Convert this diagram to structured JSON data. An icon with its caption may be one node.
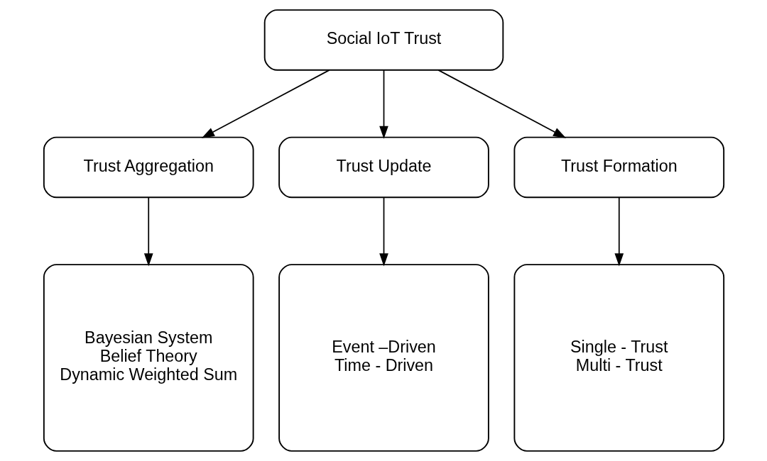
{
  "diagram": {
    "nodes": [
      {
        "text": [
          "Social IoT Trust"
        ]
      },
      {
        "text": [
          "Trust Aggregation"
        ]
      },
      {
        "text": [
          "Trust Update"
        ]
      },
      {
        "text": [
          "Trust Formation"
        ]
      },
      {
        "text": [
          "Bayesian System",
          "Belief Theory",
          "Dynamic Weighted Sum"
        ]
      },
      {
        "text": [
          "Event –Driven",
          "Time - Driven"
        ]
      },
      {
        "text": [
          "Single - Trust",
          "Multi - Trust"
        ]
      }
    ],
    "edges": [
      {
        "from": 0,
        "to": 1,
        "arrow": "to"
      },
      {
        "from": 0,
        "to": 2,
        "arrow": "to"
      },
      {
        "from": 0,
        "to": 3,
        "arrow": "to"
      },
      {
        "from": 1,
        "to": 4,
        "arrow": "to"
      },
      {
        "from": 2,
        "to": 5,
        "arrow": "to"
      },
      {
        "from": 3,
        "to": 6,
        "arrow": "to"
      }
    ]
  }
}
